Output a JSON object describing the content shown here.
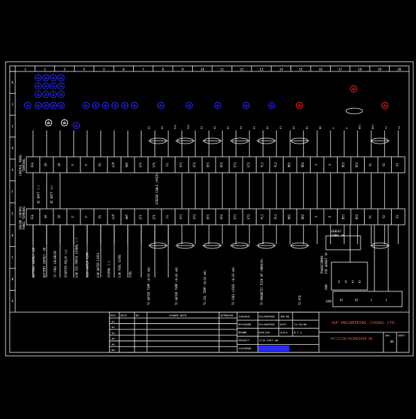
{
  "colors": {
    "background": "#000000",
    "line": "#ffffff",
    "blue": "#2b2bff",
    "red": "#ff2020",
    "yellow": "#ffff00",
    "cyan": "#00e6e6",
    "magenta": "#ff3cff",
    "green": "#33ff33",
    "company": "#ff4a4a"
  },
  "grid": {
    "columns": [
      "1",
      "2",
      "3",
      "4",
      "5",
      "6",
      "7",
      "8",
      "9",
      "10",
      "11",
      "12",
      "13",
      "14",
      "15",
      "16",
      "17",
      "18",
      "19",
      "20"
    ],
    "rows": [
      "K",
      "J",
      "I",
      "H",
      "G",
      "F",
      "E",
      "D",
      "C",
      "B",
      "A"
    ]
  },
  "top_strip": {
    "titles": [
      "CONTROL PANEL",
      "TERMINAL"
    ],
    "labels": [
      "ESL",
      "3P",
      "3P",
      "P",
      "P",
      "XS",
      "LOP",
      "HWT",
      "LFL",
      "LFL",
      "FS",
      "VT1",
      "VT2",
      "EP1",
      "EP2",
      "ET1",
      "ET2",
      "FL1",
      "FL2",
      "BB1",
      "BB2",
      "3",
      "4",
      "BS1",
      "BS2",
      "V1",
      "V2",
      "V3"
    ]
  },
  "bottom_strip": {
    "titles": [
      "ENGINE CONTROL",
      "PANEL TERMINAL"
    ],
    "labels": [
      "ESL",
      "3P",
      "3P",
      "P",
      "P",
      "XS",
      "LOP",
      "HWT",
      "LFL",
      "LFL",
      "FS",
      "VT1",
      "VT2",
      "EP1",
      "EP2",
      "ET1",
      "ET2",
      "FL1",
      "FL2",
      "BB1",
      "BB2",
      "3",
      "4",
      "BS1",
      "BS2",
      "V1",
      "V2",
      "V3"
    ]
  },
  "upper_wire_labels": [
    "DC BATT (-)",
    "DC BATT (+)"
  ],
  "cable_note": "SCREEN CABLE (PAIR)",
  "left_labels": [
    "BATTERY SUPPLY +VE",
    "BATTERY SUPPLY -VE",
    "TO FUEL SOLENOID",
    "STARTER RELAY (+)",
    "LOW OIL PRESS SIGNAL (-)",
    "HIGH WATER TEMP",
    "LOW WATER LEVEL",
    "SIGNAL (-)",
    "LOW FUEL LEVEL",
    "FUEL"
  ],
  "sensor_labels": [
    "TO WATER TEMP (4~20 mA)",
    "TO WATER TEMP (4~20 mA)",
    "TO OIL TEMP (4~20 mA)",
    "TO FUEL LEVEL (4~20 mA)",
    "TO MAGNETIC PICK UP (ANALOG)",
    "TO RTD"
  ],
  "right_labels": {
    "genset_ac": [
      "GENSET",
      "CONN. AC"
    ],
    "transformer": [
      "TRANSFORMER",
      "FOR GENSET AC"
    ],
    "avr": "AVR",
    "avr_terminals": [
      "A1",
      "A2",
      "B1",
      "B2"
    ],
    "avr_bottom_terminals": [
      "A1",
      "A2",
      "1",
      "2"
    ]
  },
  "top_wire_labels": [
    "K1",
    "K2",
    "FS1",
    "FS2",
    "E1",
    "E2",
    "E1",
    "E2",
    "E1",
    "E2",
    "E1",
    "E2",
    "B1",
    "B2",
    "3",
    "4",
    "BS1",
    "BS2",
    "V1",
    "V2"
  ],
  "title_block": {
    "rev_header": [
      "REV.",
      "DATE",
      "BY",
      "CHANGE NOTE",
      "APPROVED"
    ],
    "rev_rows": [
      "01",
      "02",
      "03",
      "04",
      "05",
      "06"
    ],
    "fields": [
      {
        "label": "CHECKED",
        "value": "CHLIANFENG",
        "value2": "JOB NO"
      },
      {
        "label": "DESIGNED",
        "value": "CHLIANFENG",
        "value2": "DATE",
        "value3": "12/10/06"
      },
      {
        "label": "DRAWN",
        "value": "GAOLIAO",
        "value2": "SCALE",
        "value3": "N.T.S."
      },
      {
        "label": "PROJECT",
        "value": "CCVC-03C7-06"
      },
      {
        "label": "CUSTOMER",
        "value": ""
      }
    ],
    "company": "V&P ENGINEERING (CHINA) LTD.",
    "drawing_no": "VP/CZ/06/DL0601834-06",
    "rev_label": "REV.",
    "sheet_label": "SHEET",
    "sheet_value": "06"
  }
}
